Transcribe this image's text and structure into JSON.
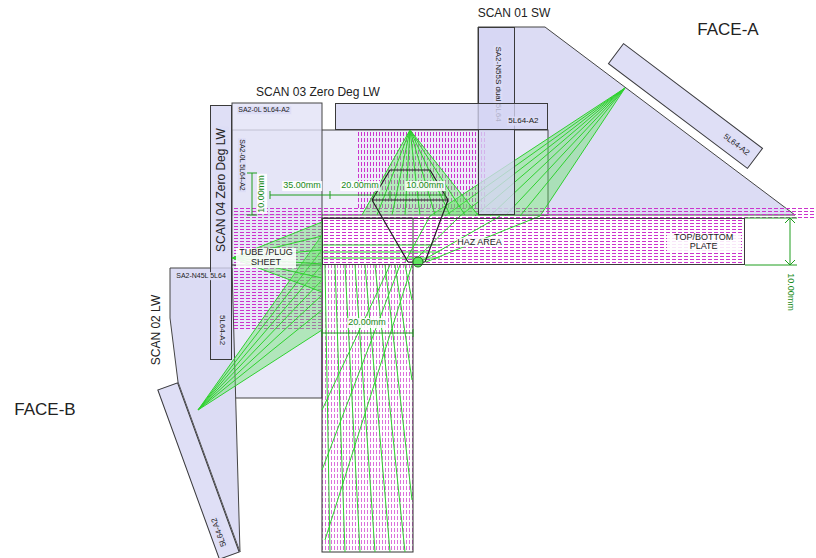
{
  "diagram": {
    "nodes": [
      {
        "text": [
          "SA2-N55S dual 5L64"
        ]
      },
      {
        "text": [
          "5L64-A2"
        ]
      },
      {
        "text": [
          "5L64-A2"
        ]
      },
      {
        "text": [
          "SCAN 04 Zero Deg LW",
          "5L64-A2"
        ]
      },
      {
        "text": [
          "5L64-A2"
        ]
      },
      {
        "text": [
          "HAZ AREA",
          "TOP/BOTTOM PLATE"
        ]
      }
    ],
    "labels": [
      "SCAN 01 SW",
      "FACE-A",
      "SCAN 03 Zero Deg LW",
      "SA2-0L 5L64-A2",
      "SA2-0L 5L64-A2",
      "TUBE /PLUG SHEET",
      "SCAN 02 LW",
      "SA2-N45L 5L64",
      "FACE-B",
      "10.00mm",
      "35.00mm",
      "20.00mm",
      "10.00mm",
      "20.00mm",
      "10.00mm"
    ]
  }
}
